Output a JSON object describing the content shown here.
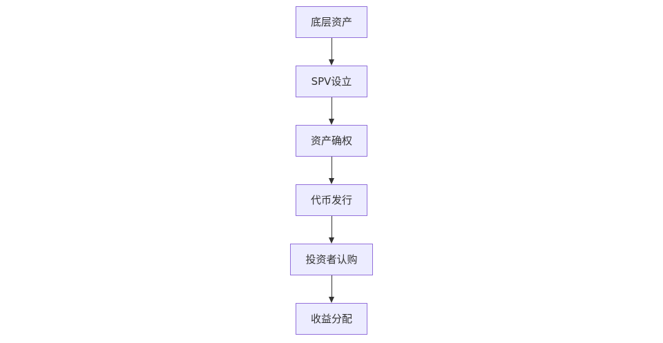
{
  "diagram": {
    "type": "flowchart",
    "direction": "top-down",
    "nodes": [
      {
        "id": "underlying-assets",
        "label": "底层资产"
      },
      {
        "id": "spv-setup",
        "label": "SPV设立"
      },
      {
        "id": "asset-confirmation",
        "label": "资产确权"
      },
      {
        "id": "token-issuance",
        "label": "代币发行"
      },
      {
        "id": "investor-subscription",
        "label": "投资者认购"
      },
      {
        "id": "revenue-distribution",
        "label": "收益分配"
      }
    ],
    "edges": [
      {
        "from": "底层资产",
        "to": "SPV设立"
      },
      {
        "from": "SPV设立",
        "to": "资产确权"
      },
      {
        "from": "资产确权",
        "to": "代币发行"
      },
      {
        "from": "代币发行",
        "to": "投资者认购"
      },
      {
        "from": "投资者认购",
        "to": "收益分配"
      }
    ],
    "colors": {
      "node_fill": "#ECECFF",
      "node_border": "#9370DB",
      "text": "#333333",
      "arrow": "#333333",
      "background": "#ffffff"
    }
  }
}
